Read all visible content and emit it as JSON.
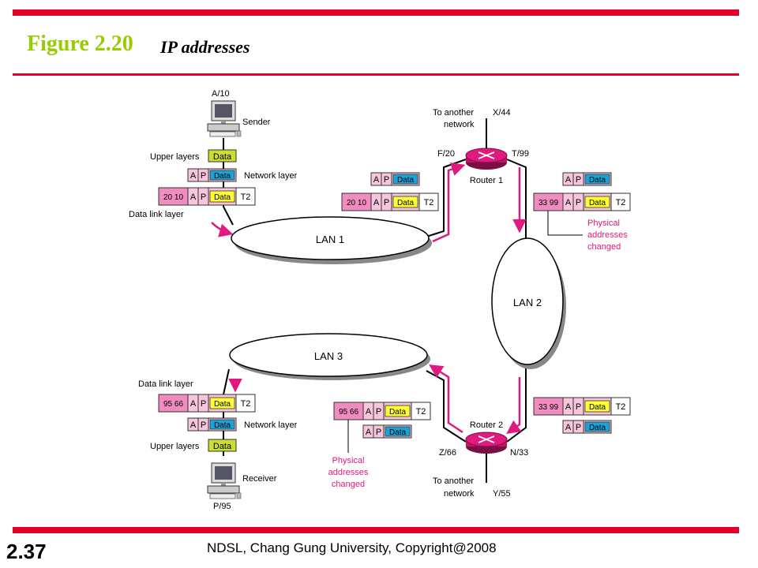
{
  "header": {
    "figure_number": "Figure 2.20",
    "title": "IP addresses"
  },
  "footer": {
    "slide_number": "2.37",
    "credit": "NDSL, Chang Gung University, Copyright@2008"
  },
  "colors": {
    "accent_bar": "#e8002a",
    "title_green": "#99cc00",
    "magenta": "#e0197f",
    "data_yellow": "#ffff33",
    "data_blue": "#1aa3d6",
    "upper_green": "#ccdd33",
    "ip_pink": "#f7c6dc",
    "phys_pink": "#f08cbf"
  },
  "diagram": {
    "sender": {
      "address": "A/10",
      "label": "Sender"
    },
    "receiver": {
      "address": "P/95",
      "label": "Receiver"
    },
    "layers": {
      "upper": "Upper layers",
      "network": "Network layer",
      "data_link": "Data link layer"
    },
    "packet": {
      "data": "Data",
      "ip_src": "A",
      "ip_dst": "P",
      "trailer": "T2"
    },
    "phys_pairs": {
      "lan1": "20 10",
      "lan2": "33 99",
      "lan3": "95 66"
    },
    "lans": {
      "lan1": "LAN 1",
      "lan2": "LAN 2",
      "lan3": "LAN 3"
    },
    "router1": {
      "name": "Router 1",
      "left_iface": "F/20",
      "right_iface": "T/99",
      "top_iface": "X/44",
      "other_network": [
        "To another",
        "network"
      ]
    },
    "router2": {
      "name": "Router 2",
      "left_iface": "Z/66",
      "right_iface": "N/33",
      "bottom_iface": "Y/55",
      "other_network": [
        "To another",
        "network"
      ]
    },
    "note": [
      "Physical",
      "addresses",
      "changed"
    ]
  }
}
